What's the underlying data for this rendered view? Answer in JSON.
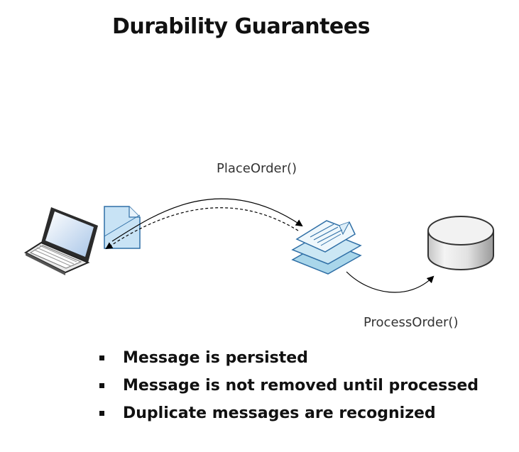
{
  "title": "Durability Guarantees",
  "labels": {
    "place_order": "PlaceOrder()",
    "process_order": "ProcessOrder()"
  },
  "bullets": [
    "Message is persisted",
    "Message is not removed until processed",
    "Duplicate messages are recognized"
  ],
  "icons": {
    "client": "laptop-icon",
    "message": "document-icon",
    "queue": "message-queue-icon",
    "store": "database-icon"
  },
  "colors": {
    "document_fill": "#c8e3f5",
    "queue_fill": "#b9e0ef",
    "screen": "#cfe0f5"
  }
}
